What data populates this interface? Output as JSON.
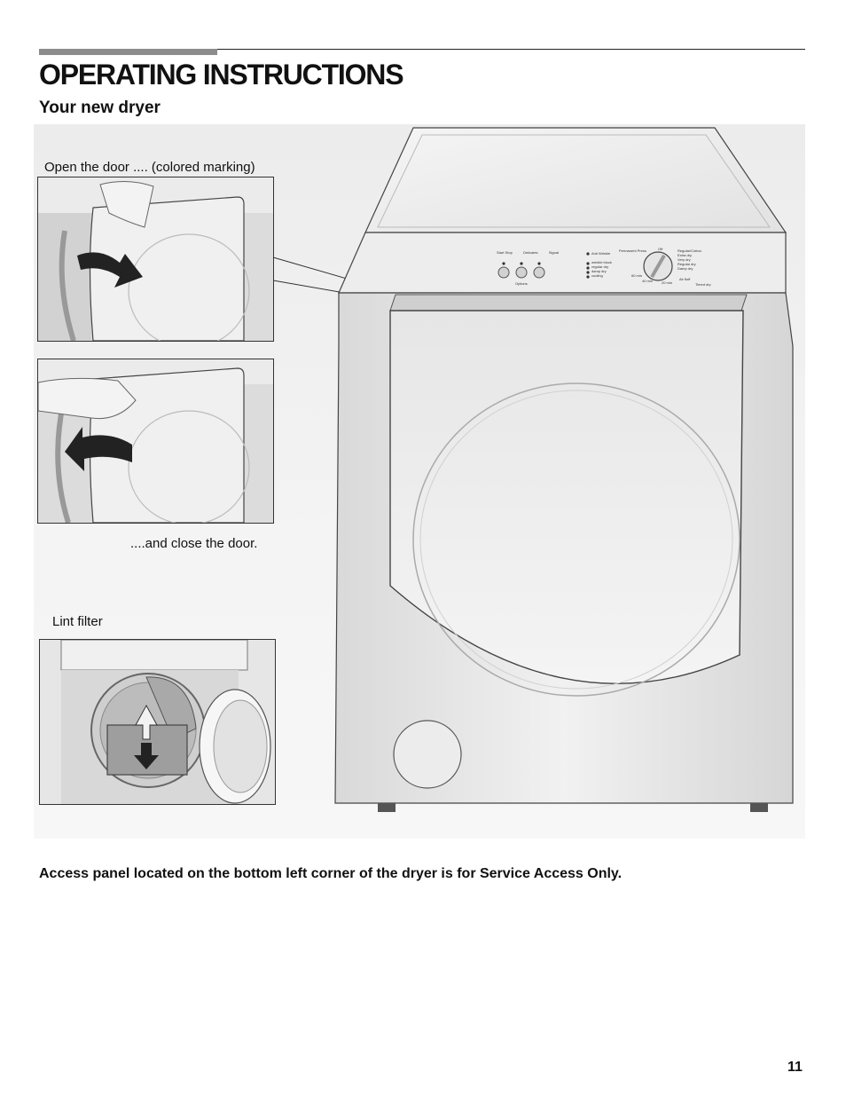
{
  "header": {
    "title": "OPERATING INSTRUCTIONS",
    "subtitle": "Your new dryer"
  },
  "figure": {
    "captions": {
      "open_door": "Open the door .... (colored marking)",
      "close_door": "....and close the door.",
      "lint_filter": "Lint filter"
    },
    "control_panel": {
      "button_labels": [
        "Start Stop",
        "Delicates",
        "Signal"
      ],
      "options_label": "Options",
      "indicator_labels": [
        "Anti Wrinkle",
        "wrinkle block",
        "regular dry",
        "damp dry",
        "cooling"
      ],
      "dial_labels": [
        "Permanent Press",
        "Off",
        "Regular/Cotton",
        "Extra dry",
        "Very dry",
        "Regular dry",
        "Damp dry",
        "Timed dry",
        "60 min",
        "40 min",
        "20 min",
        "Air fluff"
      ]
    }
  },
  "footer": {
    "note": "Access panel located on the bottom left corner of the dryer is for Service Access Only.",
    "page_number": "11"
  }
}
